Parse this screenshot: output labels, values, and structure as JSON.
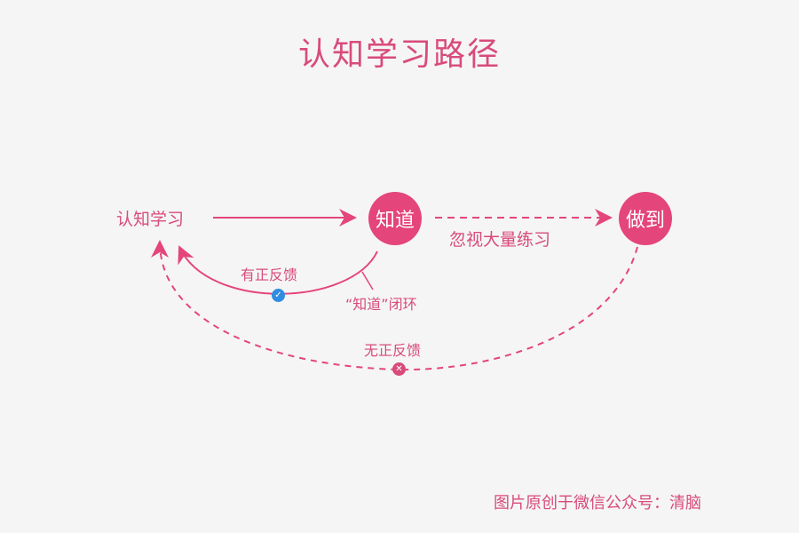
{
  "title": "认知学习路径",
  "nodes": {
    "start_label": "认知学习",
    "know": "知道",
    "do": "做到"
  },
  "edges": {
    "ignore_practice": "忽视大量练习",
    "positive_feedback": "有正反馈",
    "know_loop": "“知道”闭环",
    "no_positive_feedback": "无正反馈"
  },
  "footer": "图片原创于微信公众号：清脑",
  "colors": {
    "accent": "#e4457a",
    "text": "#d84b7c",
    "check": "#2f8de0",
    "background": "#f5f5f5"
  },
  "icons": {
    "check": "check-icon",
    "cross": "cross-icon"
  }
}
